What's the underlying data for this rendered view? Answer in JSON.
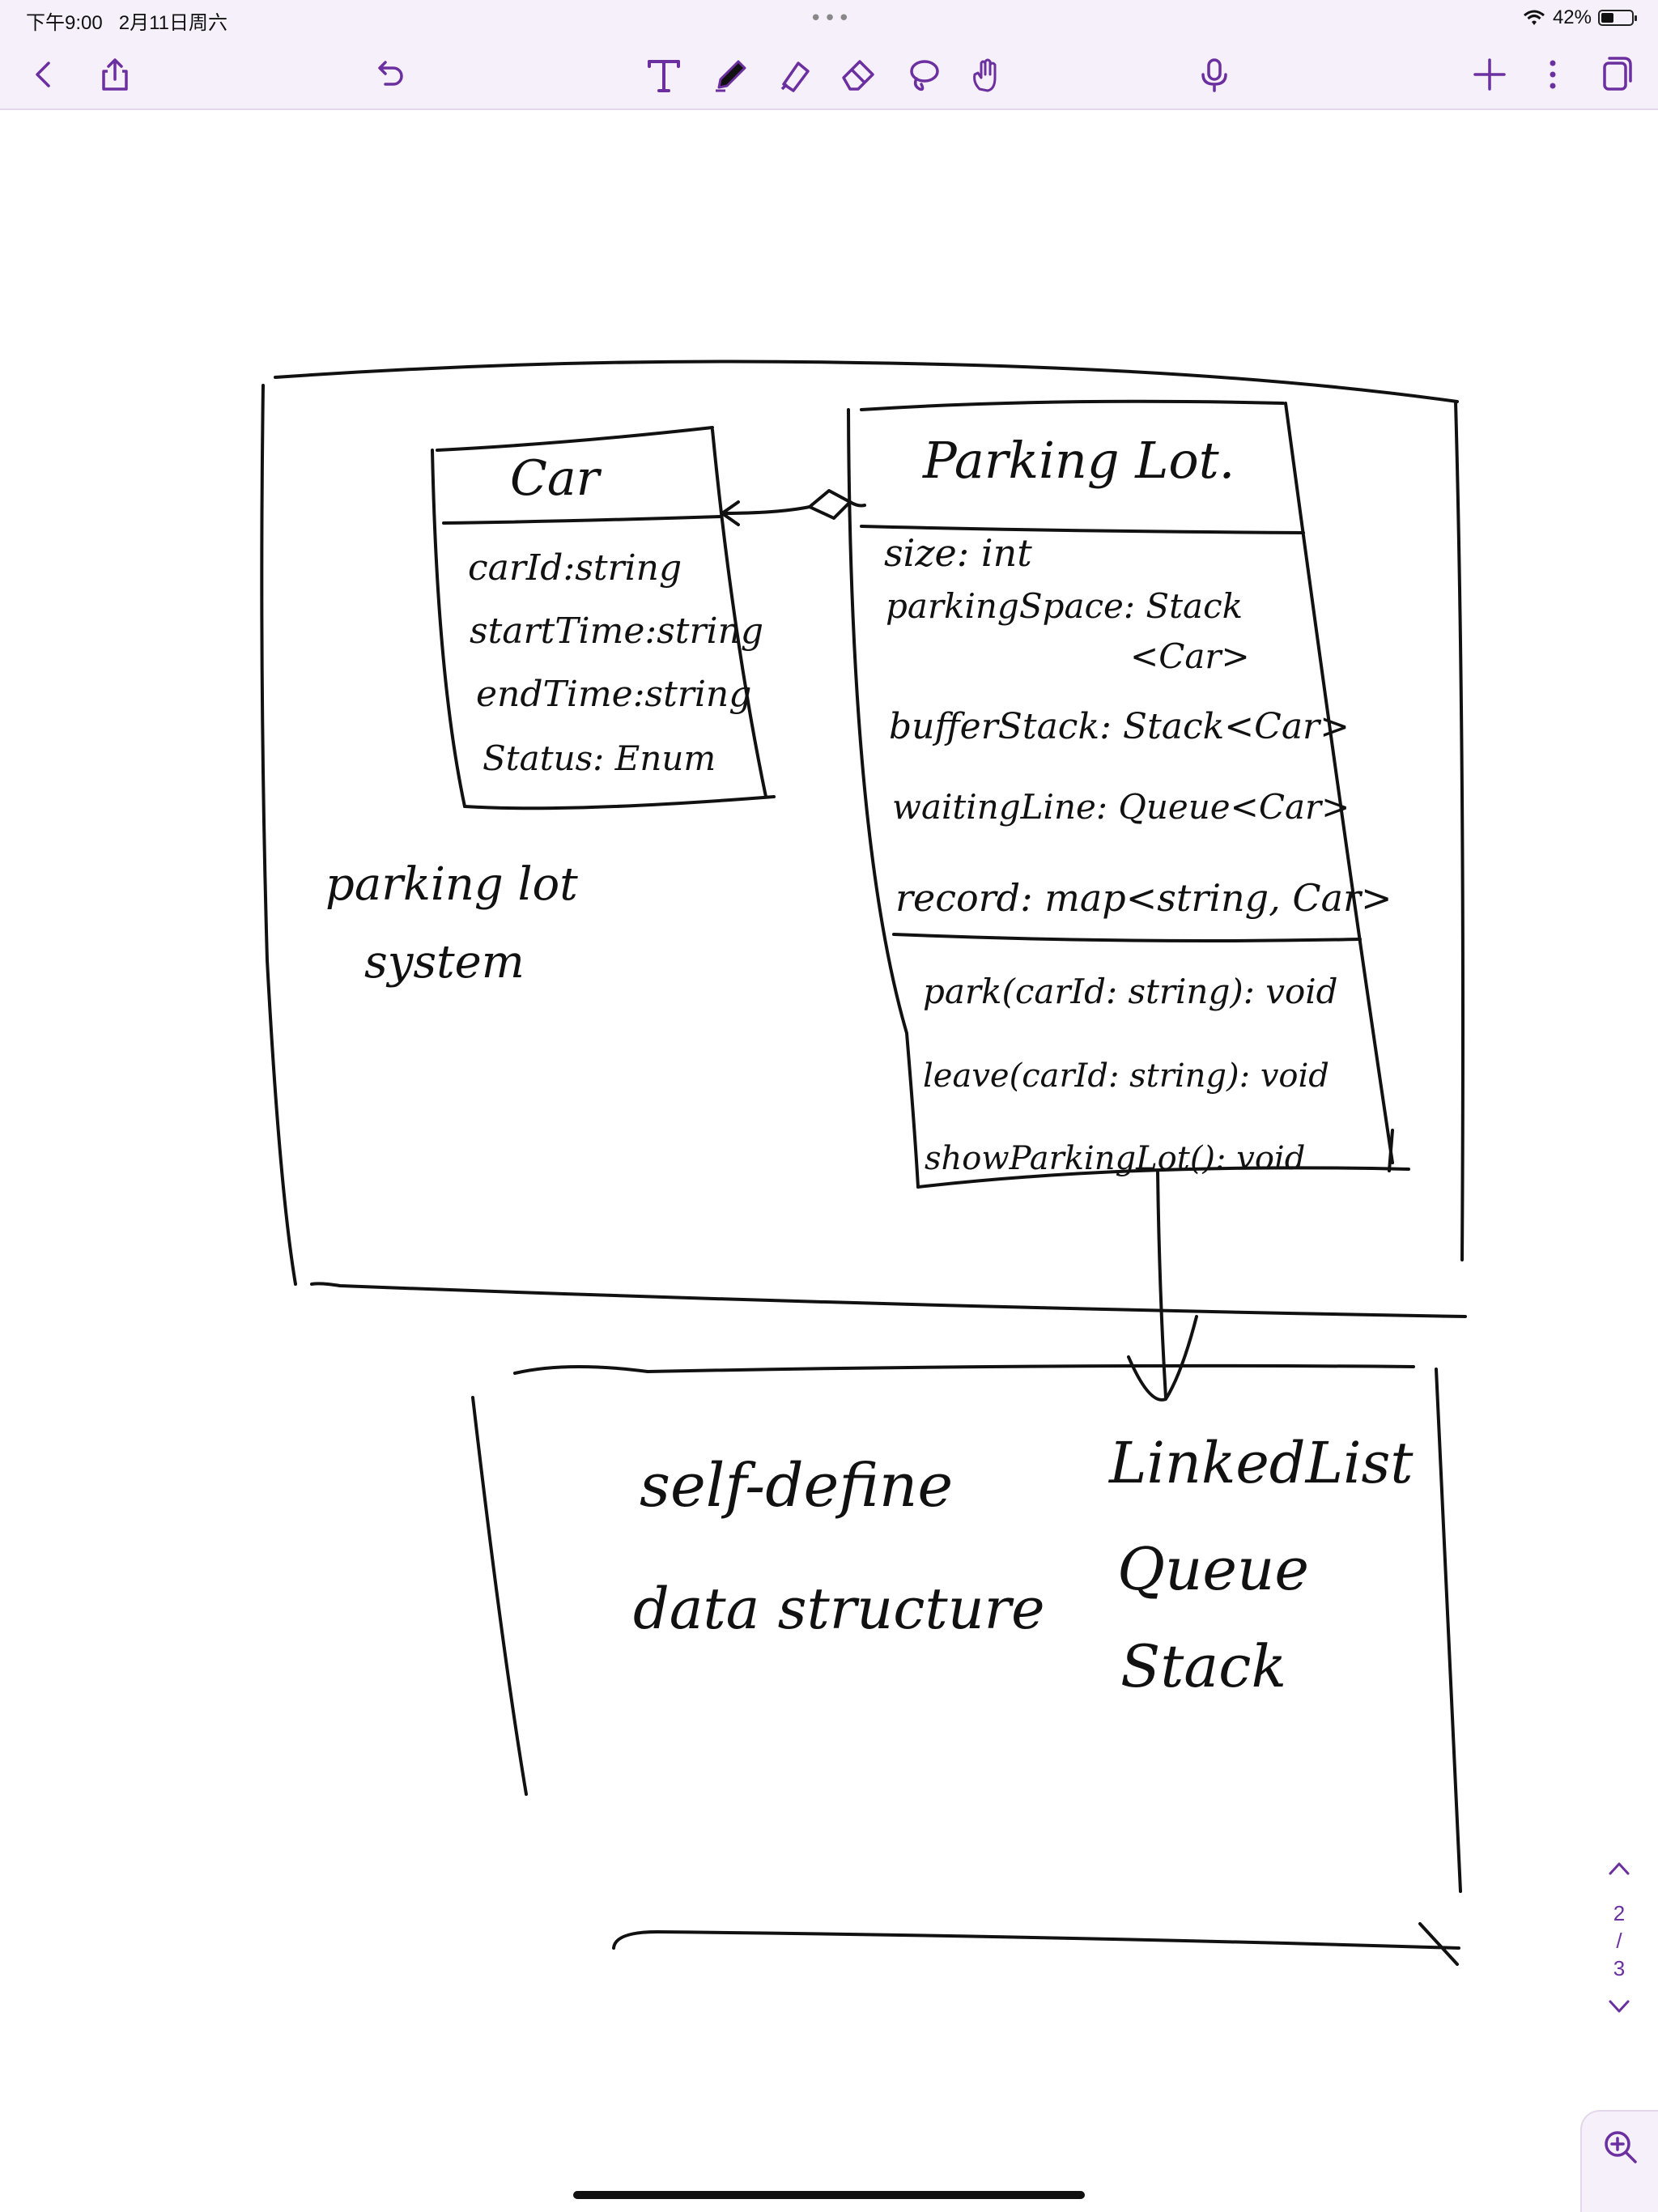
{
  "status_bar": {
    "time": "下午9:00",
    "date": "2月11日周六",
    "battery_text": "42%",
    "battery_level": 0.42
  },
  "toolbar": {
    "icons": [
      "back-icon",
      "share-icon",
      "undo-icon",
      "text-tool-icon",
      "pen-icon",
      "highlighter-icon",
      "eraser-icon",
      "lasso-icon",
      "hand-touch-icon",
      "microphone-icon",
      "add-icon",
      "more-icon",
      "pages-icon"
    ],
    "accent_color": "#6b2fa0"
  },
  "canvas": {
    "car_class": {
      "name": "Car",
      "attributes": [
        "carId:string",
        "startTime:string",
        "endTime:string",
        "Status: Enum"
      ]
    },
    "parking_lot_class": {
      "name": "Parking Lot.",
      "attributes": [
        "size: int",
        "parkingSpace: Stack",
        "<Car>",
        "bufferStack: Stack<Car>",
        "waitingLine: Queue<Car>",
        "record: map<string, Car>"
      ],
      "methods": [
        "park(carId: string): void",
        "leave(carId: string): void",
        "showParkingLot(): void"
      ]
    },
    "system_label": [
      "parking lot",
      "system"
    ],
    "data_structure": {
      "label": [
        "self-define",
        "data structure"
      ],
      "items": [
        "LinkedList",
        "Queue",
        "Stack"
      ]
    }
  },
  "pager": {
    "current": "2",
    "separator": "/",
    "total": "3"
  }
}
